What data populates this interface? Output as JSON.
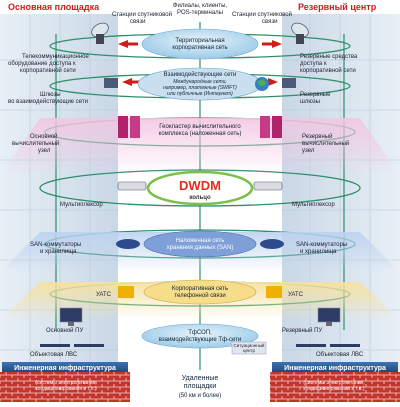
{
  "titles": {
    "left": "Основная площадка",
    "right": "Резервный центр",
    "top_center": "Филиалы, клиенты, POS-терминалы"
  },
  "labels": {
    "sat_left": "Станции спутниковой связи",
    "sat_right": "Станции спутниковой связи",
    "telecom_left": "Телекоммуникационное оборудование доступа к корпоративной сети",
    "telecom_right": "Резервные средства доступа к корпоративной сети",
    "gateways_left": "Шлюзы во взаимодействующие сети",
    "gateways_right": "Резервные шлюзы",
    "main_node": "Основной вычислительный узел",
    "reserve_node": "Резервный вычислительный узел",
    "mux_left": "Мультиплексор",
    "mux_right": "Мультиплексор",
    "san_left": "SAN-коммутаторы и хранилища",
    "san_right": "SAN-коммутаторы и хранилища",
    "uats_left": "УАТС",
    "uats_right": "УАТС",
    "pu_left": "Основной ПУ",
    "pu_right": "Резервный ПУ",
    "lan_left": "Объектовая ЛВС",
    "lan_right": "Объектовая ЛВС",
    "sit_center": "Ситуационный центр",
    "infra_left": "Инженерная инфраструктура",
    "infra_right": "Инженерная инфраструктура",
    "infra_left_note": "(системы электропитания, кондиционирования и т.п.)",
    "infra_right_note": "(системы электропитания, кондиционирования и т.п.)",
    "remote": "Удаленные площадки",
    "remote_note": "(50 км и более)"
  },
  "blocks": {
    "territorial": "Территориальная корпоративная сеть",
    "interacting": "Взаимодействующие сети",
    "interacting_note": "Международные сети, например, платежные (SWIFT) или публичные (Интернет)",
    "geocluster": "Геокластер вычислительного комплекса (наложенная сеть)",
    "dwdm": "DWDM",
    "dwdm_ring": "кольцо",
    "san": "Наложенная сеть хранения данных (SAN)",
    "corp_phone": "Корпоративная сеть телефонной связи",
    "tfop": "ТфСОП, взаимодействующие Тф-сети"
  },
  "colors": {
    "title_red": "#d11b1b",
    "ring_green": "#2f8f6a",
    "cloud_blue": "#a9d3ec",
    "geocluster_pink": "#e9b6d6",
    "san_blue": "#6f8fd0",
    "phone_yellow": "#f3d67a",
    "infra_blue": "#2e5f9e",
    "brick_red": "#c4342c"
  },
  "icons": {
    "satellite": "satellite-dish-icon",
    "server": "server-rack-icon",
    "globe": "globe-icon",
    "multiplexer": "multiplexer-icon",
    "storage": "storage-disk-icon",
    "pbx": "pbx-icon",
    "monitor": "monitor-icon",
    "person": "person-icon"
  }
}
